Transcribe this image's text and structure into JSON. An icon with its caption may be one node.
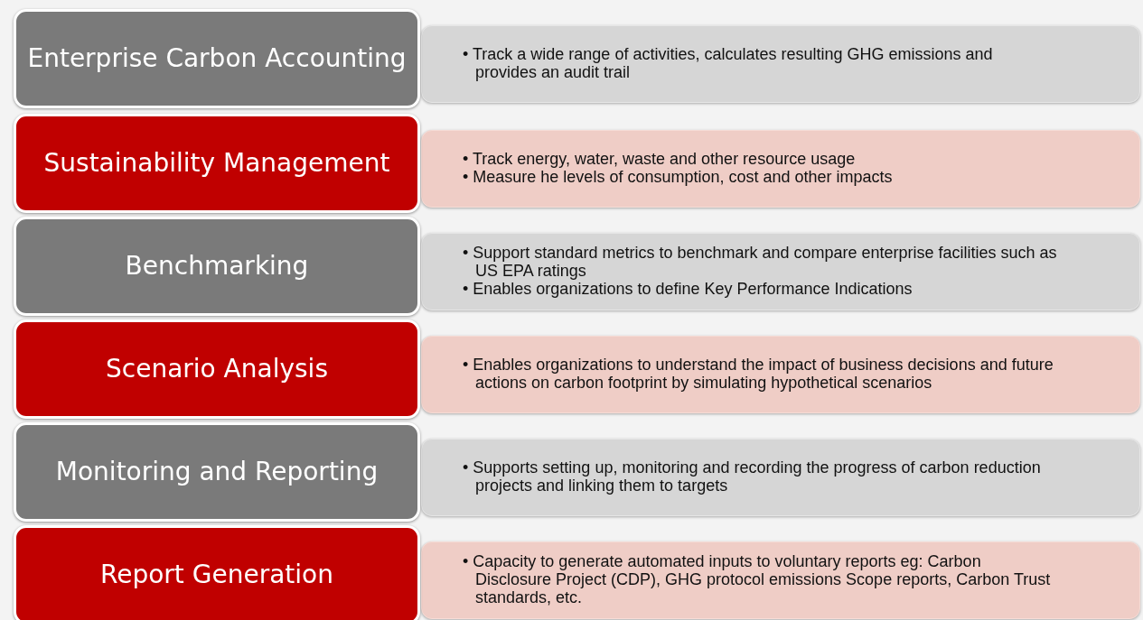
{
  "diagram": {
    "nodes": [
      {
        "text": [
          "Enterprise Carbon Accounting"
        ]
      },
      {
        "text": [
          "• Track a wide range of activities, calculates resulting GHG emissions and provides an audit trail"
        ]
      },
      {
        "text": [
          "Sustainability Management"
        ]
      },
      {
        "text": [
          "• Track energy, water, waste and other resource usage",
          "• Measure he levels of consumption, cost and other impacts"
        ]
      },
      {
        "text": [
          "Benchmarking"
        ]
      },
      {
        "text": [
          "• Support standard metrics to benchmark and compare enterprise facilities such as US EPA ratings",
          "• Enables organizations to define Key Performance Indications"
        ]
      },
      {
        "text": [
          "Scenario Analysis"
        ]
      },
      {
        "text": [
          "• Enables organizations to understand the impact of business decisions and future actions on carbon footprint by simulating hypothetical scenarios"
        ]
      },
      {
        "text": [
          "Monitoring and Reporting"
        ]
      },
      {
        "text": [
          "• Supports setting up, monitoring and recording the progress of carbon reduction projects and linking them to targets"
        ]
      },
      {
        "text": [
          "Report Generation"
        ]
      },
      {
        "text": [
          "• Capacity to generate automated inputs to voluntary reports eg: Carbon Disclosure Project (CDP), GHG protocol emissions Scope reports, Carbon Trust standards, etc."
        ]
      }
    ]
  }
}
